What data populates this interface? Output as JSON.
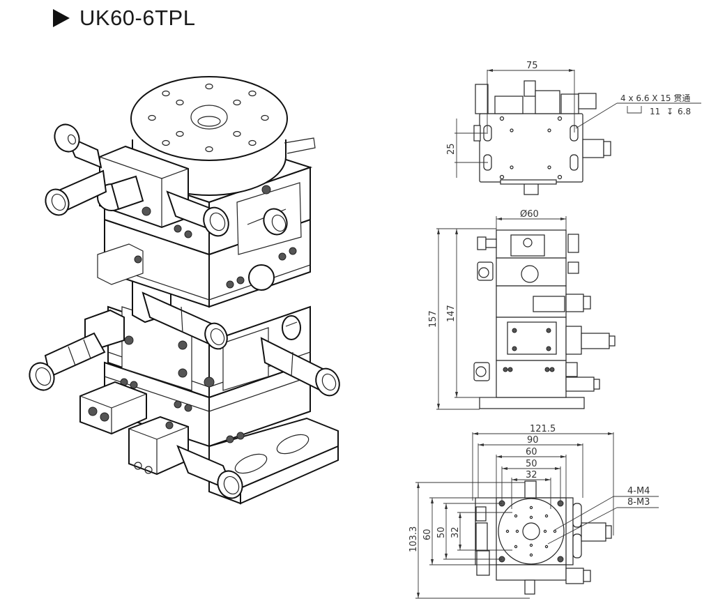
{
  "title": {
    "marker_icon": "play-triangle",
    "model": "UK60-6TPL"
  },
  "views": {
    "isometric": {
      "label": "isometric-view"
    },
    "side": {
      "width_dim": "75",
      "slot_pitch_dim": "25",
      "hole_note_line1": "4 x 6.6 X 15 贯通",
      "hole_note_counterbore": "11",
      "hole_note_depth_symbol": "↧",
      "hole_note_depth": "6.8"
    },
    "front": {
      "diameter_dim": "Ø60",
      "total_height_dim": "157",
      "body_height_dim": "147"
    },
    "top": {
      "dims_horizontal": [
        "121.5",
        "90",
        "60",
        "50",
        "32"
      ],
      "dims_vertical": [
        "103.3",
        "60",
        "50",
        "32"
      ],
      "thread_note_1": "4-M4",
      "thread_note_2": "8-M3"
    }
  }
}
